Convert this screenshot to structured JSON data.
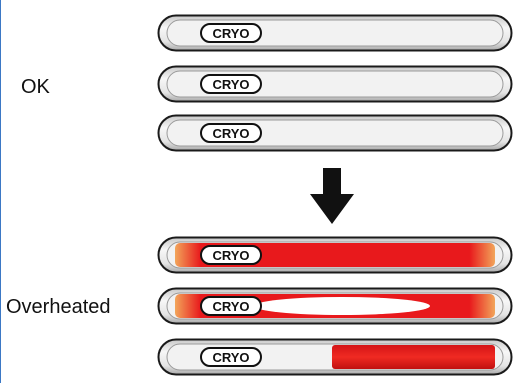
{
  "labels": {
    "ok": "OK",
    "overheated": "Overheated"
  },
  "brand_text": "CRYO",
  "colors": {
    "frame_line": "#3b78c5",
    "tube_outline": "#1a1a1a",
    "tube_body": "#e6e6e6",
    "hot_fill": "#e8191c",
    "hot_fill_dark": "#c01010",
    "arrow": "#111111"
  },
  "tubes": [
    {
      "state": "ok",
      "fill": "none"
    },
    {
      "state": "ok",
      "fill": "none"
    },
    {
      "state": "ok",
      "fill": "none"
    },
    {
      "state": "overheated",
      "fill": "full"
    },
    {
      "state": "overheated",
      "fill": "full-with-white-highlight"
    },
    {
      "state": "overheated",
      "fill": "partial-right"
    }
  ],
  "icons": {
    "transition": "down-arrow-icon"
  }
}
